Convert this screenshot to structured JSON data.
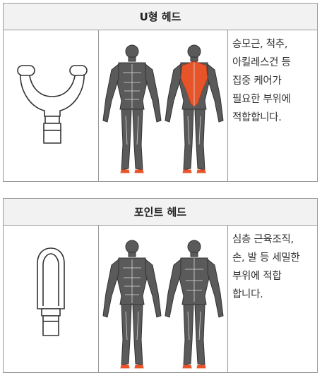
{
  "sections": [
    {
      "title": "U형 헤드",
      "description": "승모근, 척추,\n아킬레스건 등\n집중 케어가\n필요한 부위에\n적합합니다.",
      "icon": "u-head-icon",
      "highlight_color": "#e8542a"
    },
    {
      "title": "포인트 헤드",
      "description": "심층 근육조직,\n손, 발 등 세밀한\n부위에 적합\n합니다.",
      "icon": "point-head-icon",
      "highlight_color": "#e8542a"
    }
  ]
}
